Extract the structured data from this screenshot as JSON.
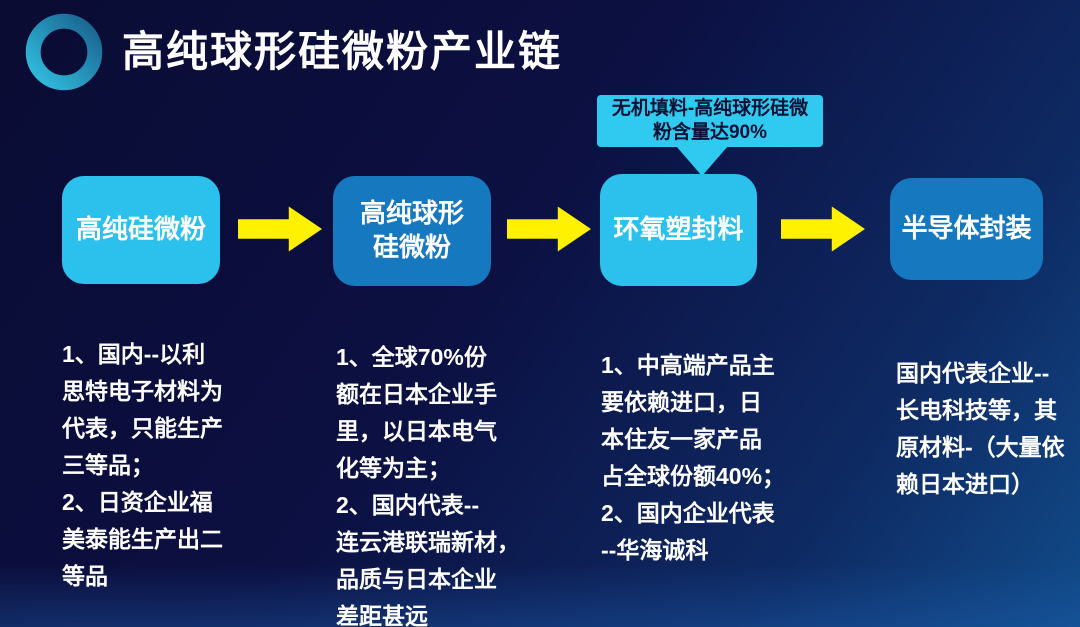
{
  "title": "高纯球形硅微粉产业链",
  "logo": {
    "icon": "ring-logo-icon"
  },
  "callout": {
    "text": "无机填料-高纯球形硅微\n粉含量达90%"
  },
  "chain": {
    "nodes": [
      {
        "label": "高纯硅微粉",
        "note": "1、国内--以利\n思特电子材料为\n代表，只能生产\n三等品；\n2、日资企业福\n美泰能生产出二\n等品"
      },
      {
        "label": "高纯球形\n硅微粉",
        "note": "1、全球70%份\n额在日本企业手\n里，以日本电气\n化等为主；\n2、国内代表--\n连云港联瑞新材，\n品质与日本企业\n差距甚远"
      },
      {
        "label": "环氧塑封料",
        "note": "1、中高端产品主\n要依赖进口，日\n本住友一家产品\n占全球份额40%；\n2、国内企业代表\n--华海诚科"
      },
      {
        "label": "半导体封装",
        "note": "国内代表企业--\n长电科技等，其\n原材料-（大量依\n赖日本进口）"
      }
    ]
  },
  "colors": {
    "background_top_left": "#0a0c33",
    "background_bottom_right": "#114c8a",
    "box_cyan": "#2bc1ec",
    "box_blue": "#1679c0",
    "callout_bg": "#30c9f0",
    "callout_text": "#0b1135",
    "arrow_yellow": "#fff100",
    "title_text": "#ffffff",
    "note_text": "#ffffff",
    "ring_gradient_start": "#14517f",
    "ring_gradient_end": "#36d1ef"
  }
}
